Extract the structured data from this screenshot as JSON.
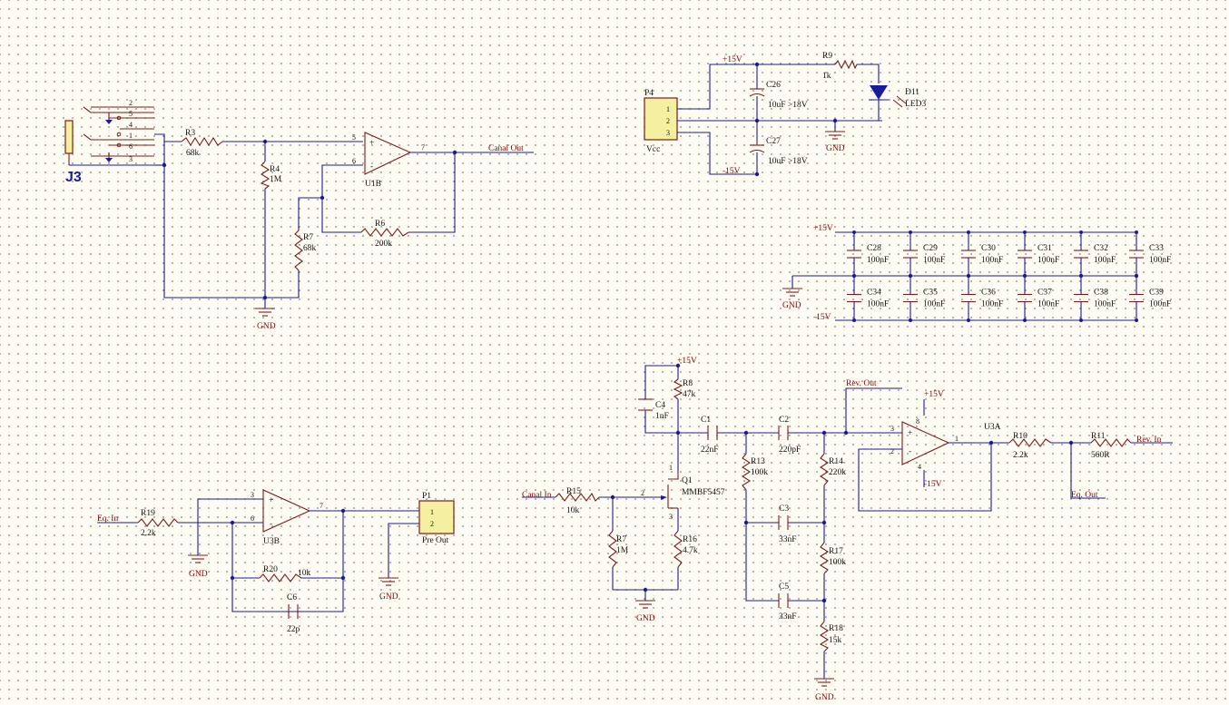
{
  "connector_j3": {
    "ref": "J3",
    "pins": [
      "2",
      "5",
      "4",
      "1",
      "6",
      "3"
    ]
  },
  "connectors": {
    "p4": {
      "ref": "P4",
      "value": "Vcc",
      "pins": [
        "1",
        "2",
        "3"
      ]
    },
    "p1": {
      "ref": "P1",
      "value": "Pre Out",
      "pins": [
        "1",
        "2"
      ]
    }
  },
  "resistors": {
    "r3": {
      "ref": "R3",
      "value": "68k"
    },
    "r4": {
      "ref": "R4",
      "value": "1M"
    },
    "r7a": {
      "ref": "R7",
      "value": "68k"
    },
    "r6": {
      "ref": "R6",
      "value": "200k"
    },
    "r9": {
      "ref": "R9",
      "value": "1k"
    },
    "r8": {
      "ref": "R8",
      "value": "47k"
    },
    "r13": {
      "ref": "R13",
      "value": "100k"
    },
    "r14": {
      "ref": "R14",
      "value": "220k"
    },
    "r17": {
      "ref": "R17",
      "value": "100k"
    },
    "r18": {
      "ref": "R18",
      "value": "15k"
    },
    "r15": {
      "ref": "R15",
      "value": "10k"
    },
    "r7b": {
      "ref": "R7",
      "value": "1M"
    },
    "r16": {
      "ref": "R16",
      "value": "4.7k"
    },
    "r10": {
      "ref": "R10",
      "value": "2.2k"
    },
    "r11": {
      "ref": "R11",
      "value": "560R"
    },
    "r19": {
      "ref": "R19",
      "value": "2.2k"
    },
    "r20": {
      "ref": "R20",
      "value": "10k"
    }
  },
  "capacitors": {
    "c26": {
      "ref": "C26",
      "value": "10uF >18V"
    },
    "c27": {
      "ref": "C27",
      "value": "10uF >18V"
    },
    "c4": {
      "ref": "C4",
      "value": "1nF"
    },
    "c1": {
      "ref": "C1",
      "value": "22nF"
    },
    "c2": {
      "ref": "C2",
      "value": "220pF"
    },
    "c3": {
      "ref": "C3",
      "value": "33nF"
    },
    "c5": {
      "ref": "C5",
      "value": "33nF"
    },
    "c6": {
      "ref": "C6",
      "value": "22p"
    }
  },
  "decoupling": {
    "top": [
      {
        "ref": "C28",
        "value": "100nF"
      },
      {
        "ref": "C29",
        "value": "100nF"
      },
      {
        "ref": "C30",
        "value": "100nF"
      },
      {
        "ref": "C31",
        "value": "100nF"
      },
      {
        "ref": "C32",
        "value": "100nF"
      },
      {
        "ref": "C33",
        "value": "100nF"
      }
    ],
    "bottom": [
      {
        "ref": "C34",
        "value": "100nF"
      },
      {
        "ref": "C35",
        "value": "100nF"
      },
      {
        "ref": "C36",
        "value": "100nF"
      },
      {
        "ref": "C37",
        "value": "100nF"
      },
      {
        "ref": "C38",
        "value": "100nF"
      },
      {
        "ref": "C39",
        "value": "100nF"
      }
    ]
  },
  "opamps": {
    "u1b": {
      "ref": "U1B",
      "pin_plus": "5",
      "pin_minus": "6",
      "pin_out": "7"
    },
    "u3b": {
      "ref": "U3B",
      "pin_plus": "3",
      "pin_minus": "6",
      "pin_out": "7"
    },
    "u3a": {
      "ref": "U3A",
      "pin_plus": "3",
      "pin_minus": "2",
      "pin_out": "1",
      "pin_vp": "8",
      "pin_vn": "4"
    }
  },
  "transistor": {
    "ref": "Q1",
    "value": "MMBF5457",
    "pin_d": "1",
    "pin_g": "2",
    "pin_s": "3"
  },
  "led": {
    "ref": "D11",
    "value": "LED3"
  },
  "nets": {
    "gnd": "GND",
    "p15": "+15V",
    "m15": "-15V",
    "canal_out": "Canal Out",
    "canal_in": "Canal In",
    "rev_out": "Rev. Out",
    "rev_in": "Rev. In",
    "eq_in": "Eq. In",
    "eq_out": "Eq. Out"
  },
  "colors": {
    "wire": "#1a1a9a",
    "component": "#7a1a1a",
    "net_label": "#8b0000",
    "connector_fill": "#f5f0a0"
  }
}
